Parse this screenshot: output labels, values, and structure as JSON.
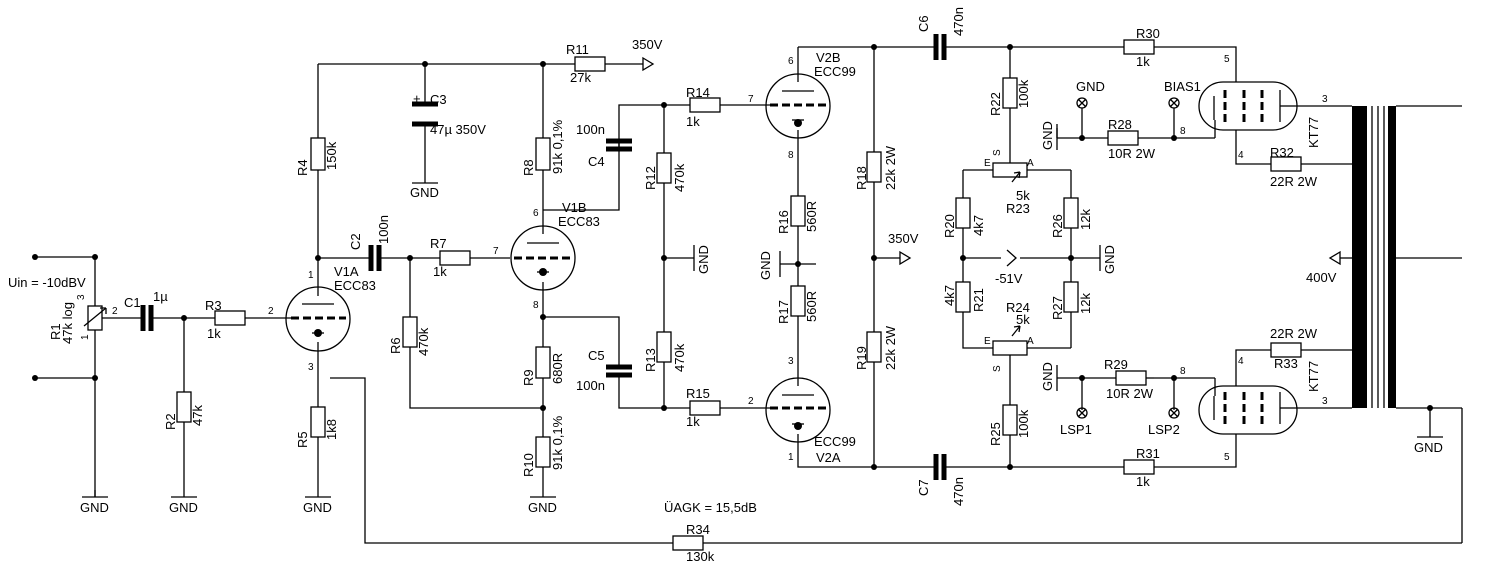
{
  "input": {
    "level": "Uin = -10dBV"
  },
  "r1": {
    "name": "R1",
    "value": "47k log",
    "pins": [
      "3",
      "1",
      "2"
    ]
  },
  "c1": {
    "name": "C1",
    "value": "1µ"
  },
  "r2": {
    "name": "R2",
    "value": "47k"
  },
  "r3": {
    "name": "R3",
    "value": "1k"
  },
  "r4": {
    "name": "R4",
    "value": "150k"
  },
  "r5": {
    "name": "R5",
    "value": "1k8"
  },
  "c2": {
    "name": "C2",
    "value": "100n"
  },
  "c3": {
    "name": "C3",
    "value": "47µ 350V",
    "polarity": "+"
  },
  "r6": {
    "name": "R6",
    "value": "470k"
  },
  "r7": {
    "name": "R7",
    "value": "1k"
  },
  "v1a": {
    "name": "V1A",
    "type": "ECC83",
    "pins": [
      "1",
      "2",
      "3"
    ]
  },
  "v1b": {
    "name": "V1B",
    "type": "ECC83",
    "pins": [
      "6",
      "7",
      "8"
    ]
  },
  "r8": {
    "name": "R8",
    "value": "91k 0,1%"
  },
  "r9": {
    "name": "R9",
    "value": "680R"
  },
  "r10": {
    "name": "R10",
    "value": "91k 0,1%"
  },
  "r11": {
    "name": "R11",
    "value": "27k"
  },
  "supply_350": "350V",
  "c4": {
    "name": "C4",
    "value": "100n"
  },
  "c5": {
    "name": "C5",
    "value": "100n"
  },
  "r12": {
    "name": "R12",
    "value": "470k"
  },
  "r13": {
    "name": "R13",
    "value": "470k"
  },
  "r14": {
    "name": "R14",
    "value": "1k"
  },
  "r15": {
    "name": "R15",
    "value": "1k"
  },
  "v2b": {
    "name": "V2B",
    "type": "ECC99",
    "pins": [
      "6",
      "7",
      "8"
    ]
  },
  "v2a": {
    "name": "V2A",
    "type": "ECC99",
    "pins": [
      "3",
      "2",
      "1"
    ]
  },
  "r16": {
    "name": "R16",
    "value": "560R"
  },
  "r17": {
    "name": "R17",
    "value": "560R"
  },
  "r18": {
    "name": "R18",
    "value": "22k 2W"
  },
  "r19": {
    "name": "R19",
    "value": "22k 2W"
  },
  "c6": {
    "name": "C6",
    "value": "470n"
  },
  "c7": {
    "name": "C7",
    "value": "470n"
  },
  "r20": {
    "name": "R20",
    "value": "4k7"
  },
  "r21": {
    "name": "R21",
    "value": "4k7"
  },
  "r22": {
    "name": "R22",
    "value": "100k"
  },
  "r23": {
    "name": "R23",
    "value": "5k",
    "pins": [
      "S",
      "E",
      "A"
    ]
  },
  "r24": {
    "name": "R24",
    "value": "5k",
    "pins": [
      "E",
      "A",
      "S"
    ]
  },
  "r25": {
    "name": "R25",
    "value": "100k"
  },
  "r26": {
    "name": "R26",
    "value": "12k"
  },
  "r27": {
    "name": "R27",
    "value": "12k"
  },
  "bias_supply": "-51V",
  "r28": {
    "name": "R28",
    "value": "10R 2W"
  },
  "r29": {
    "name": "R29",
    "value": "10R 2W"
  },
  "r30": {
    "name": "R30",
    "value": "1k"
  },
  "r31": {
    "name": "R31",
    "value": "1k"
  },
  "r32": {
    "name": "R32",
    "value": "22R 2W"
  },
  "r33": {
    "name": "R33",
    "value": "22R 2W"
  },
  "r34": {
    "name": "R34",
    "value": "130k"
  },
  "tube_top": {
    "type": "KT77",
    "pins": [
      "5",
      "3",
      "4",
      "8"
    ]
  },
  "tube_bottom": {
    "type": "KT77",
    "pins": [
      "4",
      "3",
      "5",
      "8"
    ]
  },
  "testpoints": {
    "gnd": "GND",
    "bias1": "BIAS1",
    "lsp1": "LSP1",
    "lsp2": "LSP2"
  },
  "supply_400": "400V",
  "gnd": "GND",
  "gain_note": "ÜAGK = 15,5dB"
}
